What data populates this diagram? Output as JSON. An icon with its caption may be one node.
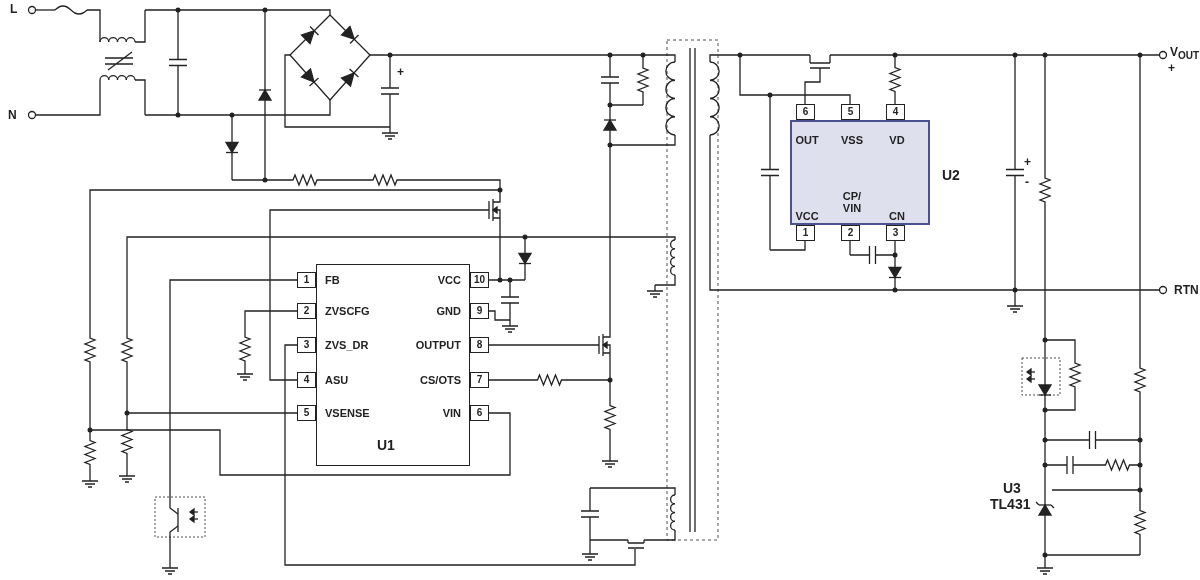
{
  "diagram": {
    "nodes": [
      {
        "text": [
          "6"
        ]
      },
      {
        "text": [
          "5"
        ]
      },
      {
        "text": [
          "4"
        ]
      },
      {
        "text": [
          "OUT",
          "VSS",
          "VD",
          "VCC",
          "CP/ VIN",
          "CN",
          "U2"
        ]
      },
      {
        "text": [
          "1"
        ]
      },
      {
        "text": [
          "2"
        ]
      },
      {
        "text": [
          "3"
        ]
      },
      {
        "text": [
          "FB",
          "VCC",
          "ZVSCFG",
          "GND",
          "ZVS_DR",
          "OUTPUT",
          "ASU",
          "CS/OTS",
          "VSENSE",
          "VIN",
          "U1"
        ]
      },
      {
        "text": [
          "1"
        ]
      },
      {
        "text": [
          "10"
        ]
      },
      {
        "text": [
          "2"
        ]
      },
      {
        "text": [
          "9"
        ]
      },
      {
        "text": [
          "3"
        ]
      },
      {
        "text": [
          "8"
        ]
      },
      {
        "text": [
          "4"
        ]
      },
      {
        "text": [
          "7"
        ]
      },
      {
        "text": [
          "5"
        ]
      },
      {
        "text": [
          "6"
        ]
      }
    ],
    "labels": [
      "L",
      "V$_{OUT}$",
      "+",
      "+",
      "N",
      "+",
      "-",
      "RTN",
      "U3",
      "TL431"
    ]
  }
}
